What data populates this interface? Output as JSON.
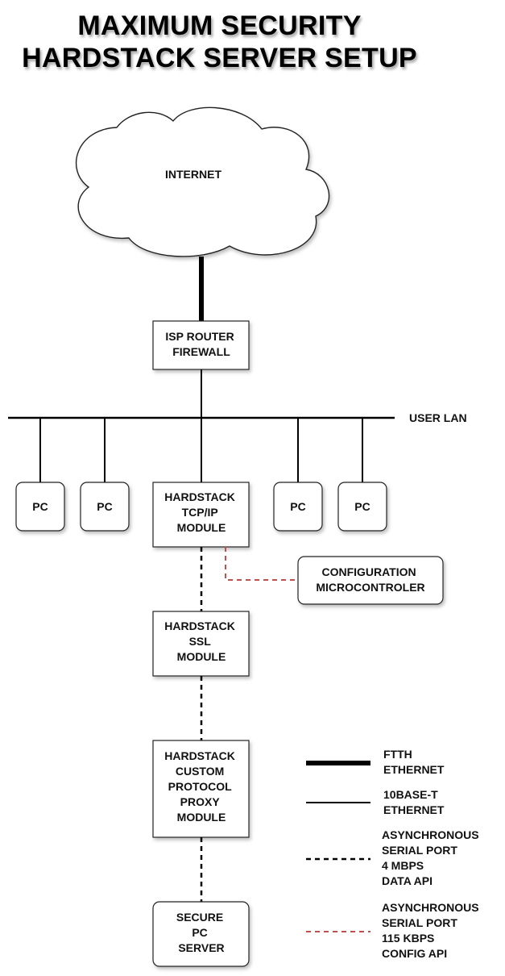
{
  "title": {
    "line1": "MAXIMUM SECURITY",
    "line2": "HARDSTACK SERVER SETUP"
  },
  "nodes": {
    "internet": "INTERNET",
    "router": [
      "ISP ROUTER",
      "FIREWALL"
    ],
    "user_lan": "USER LAN",
    "pc_label": "PC",
    "tcpip": [
      "HARDSTACK",
      "TCP/IP",
      "MODULE"
    ],
    "config": [
      "CONFIGURATION",
      "MICROCONTROLER"
    ],
    "ssl": [
      "HARDSTACK",
      "SSL",
      "MODULE"
    ],
    "proxy": [
      "HARDSTACK",
      "CUSTOM",
      "PROTOCOL",
      "PROXY",
      "MODULE"
    ],
    "server": [
      "SECURE",
      "PC",
      "SERVER"
    ]
  },
  "legend": {
    "ftth": [
      "FTTH",
      "ETHERNET"
    ],
    "base10": [
      "10BASE-T",
      "ETHERNET"
    ],
    "serial_data": [
      "ASYNCHRONOUS",
      "SERIAL PORT",
      "4 MBPS",
      "DATA API"
    ],
    "serial_config": [
      "ASYNCHRONOUS",
      "SERIAL PORT",
      "115 KBPS",
      "CONFIG API"
    ]
  },
  "colors": {
    "config_link": "#c0504d",
    "line": "#000000"
  }
}
